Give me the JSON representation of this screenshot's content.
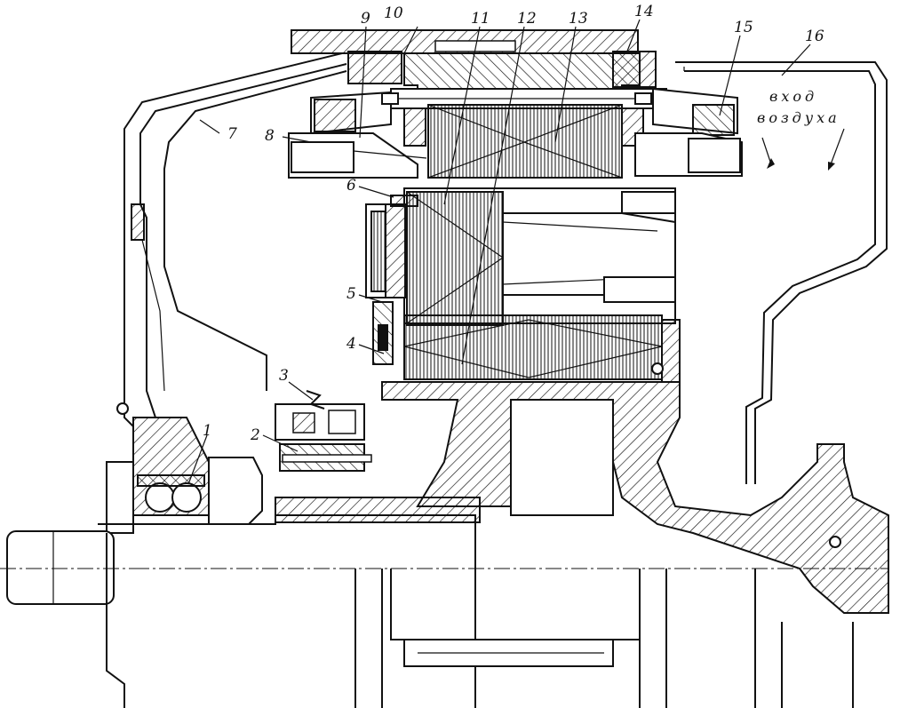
{
  "labels": {
    "l1": "1",
    "l2": "2",
    "l3": "3",
    "l4": "4",
    "l5": "5",
    "l6": "6",
    "l7": "7",
    "l8": "8",
    "l9": "9",
    "l10": "10",
    "l11": "11",
    "l12": "12",
    "l13": "13",
    "l14": "14",
    "l15": "15",
    "l16": "16"
  },
  "air_inlet": {
    "line1": "вход",
    "line2": "воздуха"
  }
}
